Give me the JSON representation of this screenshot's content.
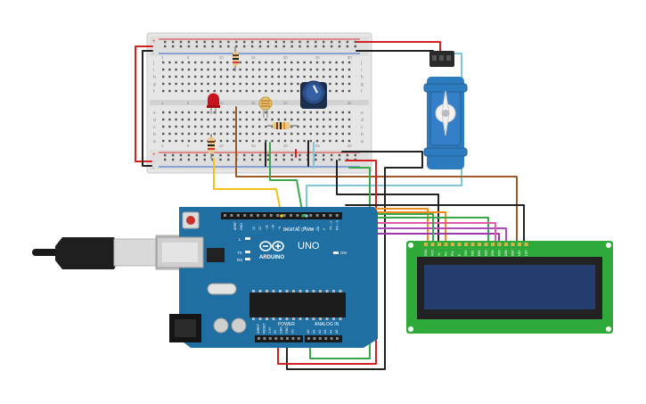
{
  "canvas": {
    "background": "#ffffff"
  },
  "breadboard": {
    "row_letters_top": [
      "j",
      "i",
      "h",
      "g",
      "f"
    ],
    "row_letters_bottom": [
      "e",
      "d",
      "c",
      "b",
      "a"
    ],
    "column_numbers": [
      "1",
      "5",
      "10",
      "15",
      "20",
      "25",
      "30"
    ],
    "rail_plus": "+",
    "rail_minus": "-"
  },
  "arduino": {
    "brand": "ARDUINO",
    "model": "UNO",
    "digital_label": "DIGITAL (PWM ~)",
    "power_label": "POWER",
    "analog_label": "ANALOG IN",
    "on_label": "ON",
    "tx_label": "TX",
    "rx_label": "RX",
    "l_label": "L",
    "aref_label": "AREF",
    "gnd_label": "GND",
    "digital_pins": [
      "13",
      "12",
      "~11",
      "~10",
      "~9",
      "8",
      "7",
      "~6",
      "~5",
      "4",
      "~3",
      "2",
      "TX→1",
      "RX←0"
    ],
    "power_pins": [
      "IOREF",
      "RESET",
      "3.3V",
      "5V",
      "GND",
      "GND",
      "Vin"
    ],
    "analog_pins": [
      "A0",
      "A1",
      "A2",
      "A3",
      "A4",
      "A5"
    ]
  },
  "lcd": {
    "pins": [
      "GND",
      "VCC",
      "V0",
      "RS",
      "RW",
      "E",
      "DB0",
      "DB1",
      "DB2",
      "DB3",
      "DB4",
      "DB5",
      "DB6",
      "DB7",
      "LED",
      "LED"
    ]
  },
  "colors": {
    "board_blue": "#1f6fa3",
    "wire_red": "#d32020",
    "wire_black": "#222222",
    "wire_green": "#3aa64a",
    "wire_orange": "#f28a1c",
    "wire_yellow": "#f2c21c",
    "wire_brown": "#9a5a2a",
    "wire_cyan": "#7fc6d6",
    "wire_purple": "#9a3aa6",
    "wire_pink": "#e05aa6",
    "lcd_green": "#2faa3a",
    "lcd_screen": "#233d6e",
    "servo_blue": "#2e7cc0"
  }
}
